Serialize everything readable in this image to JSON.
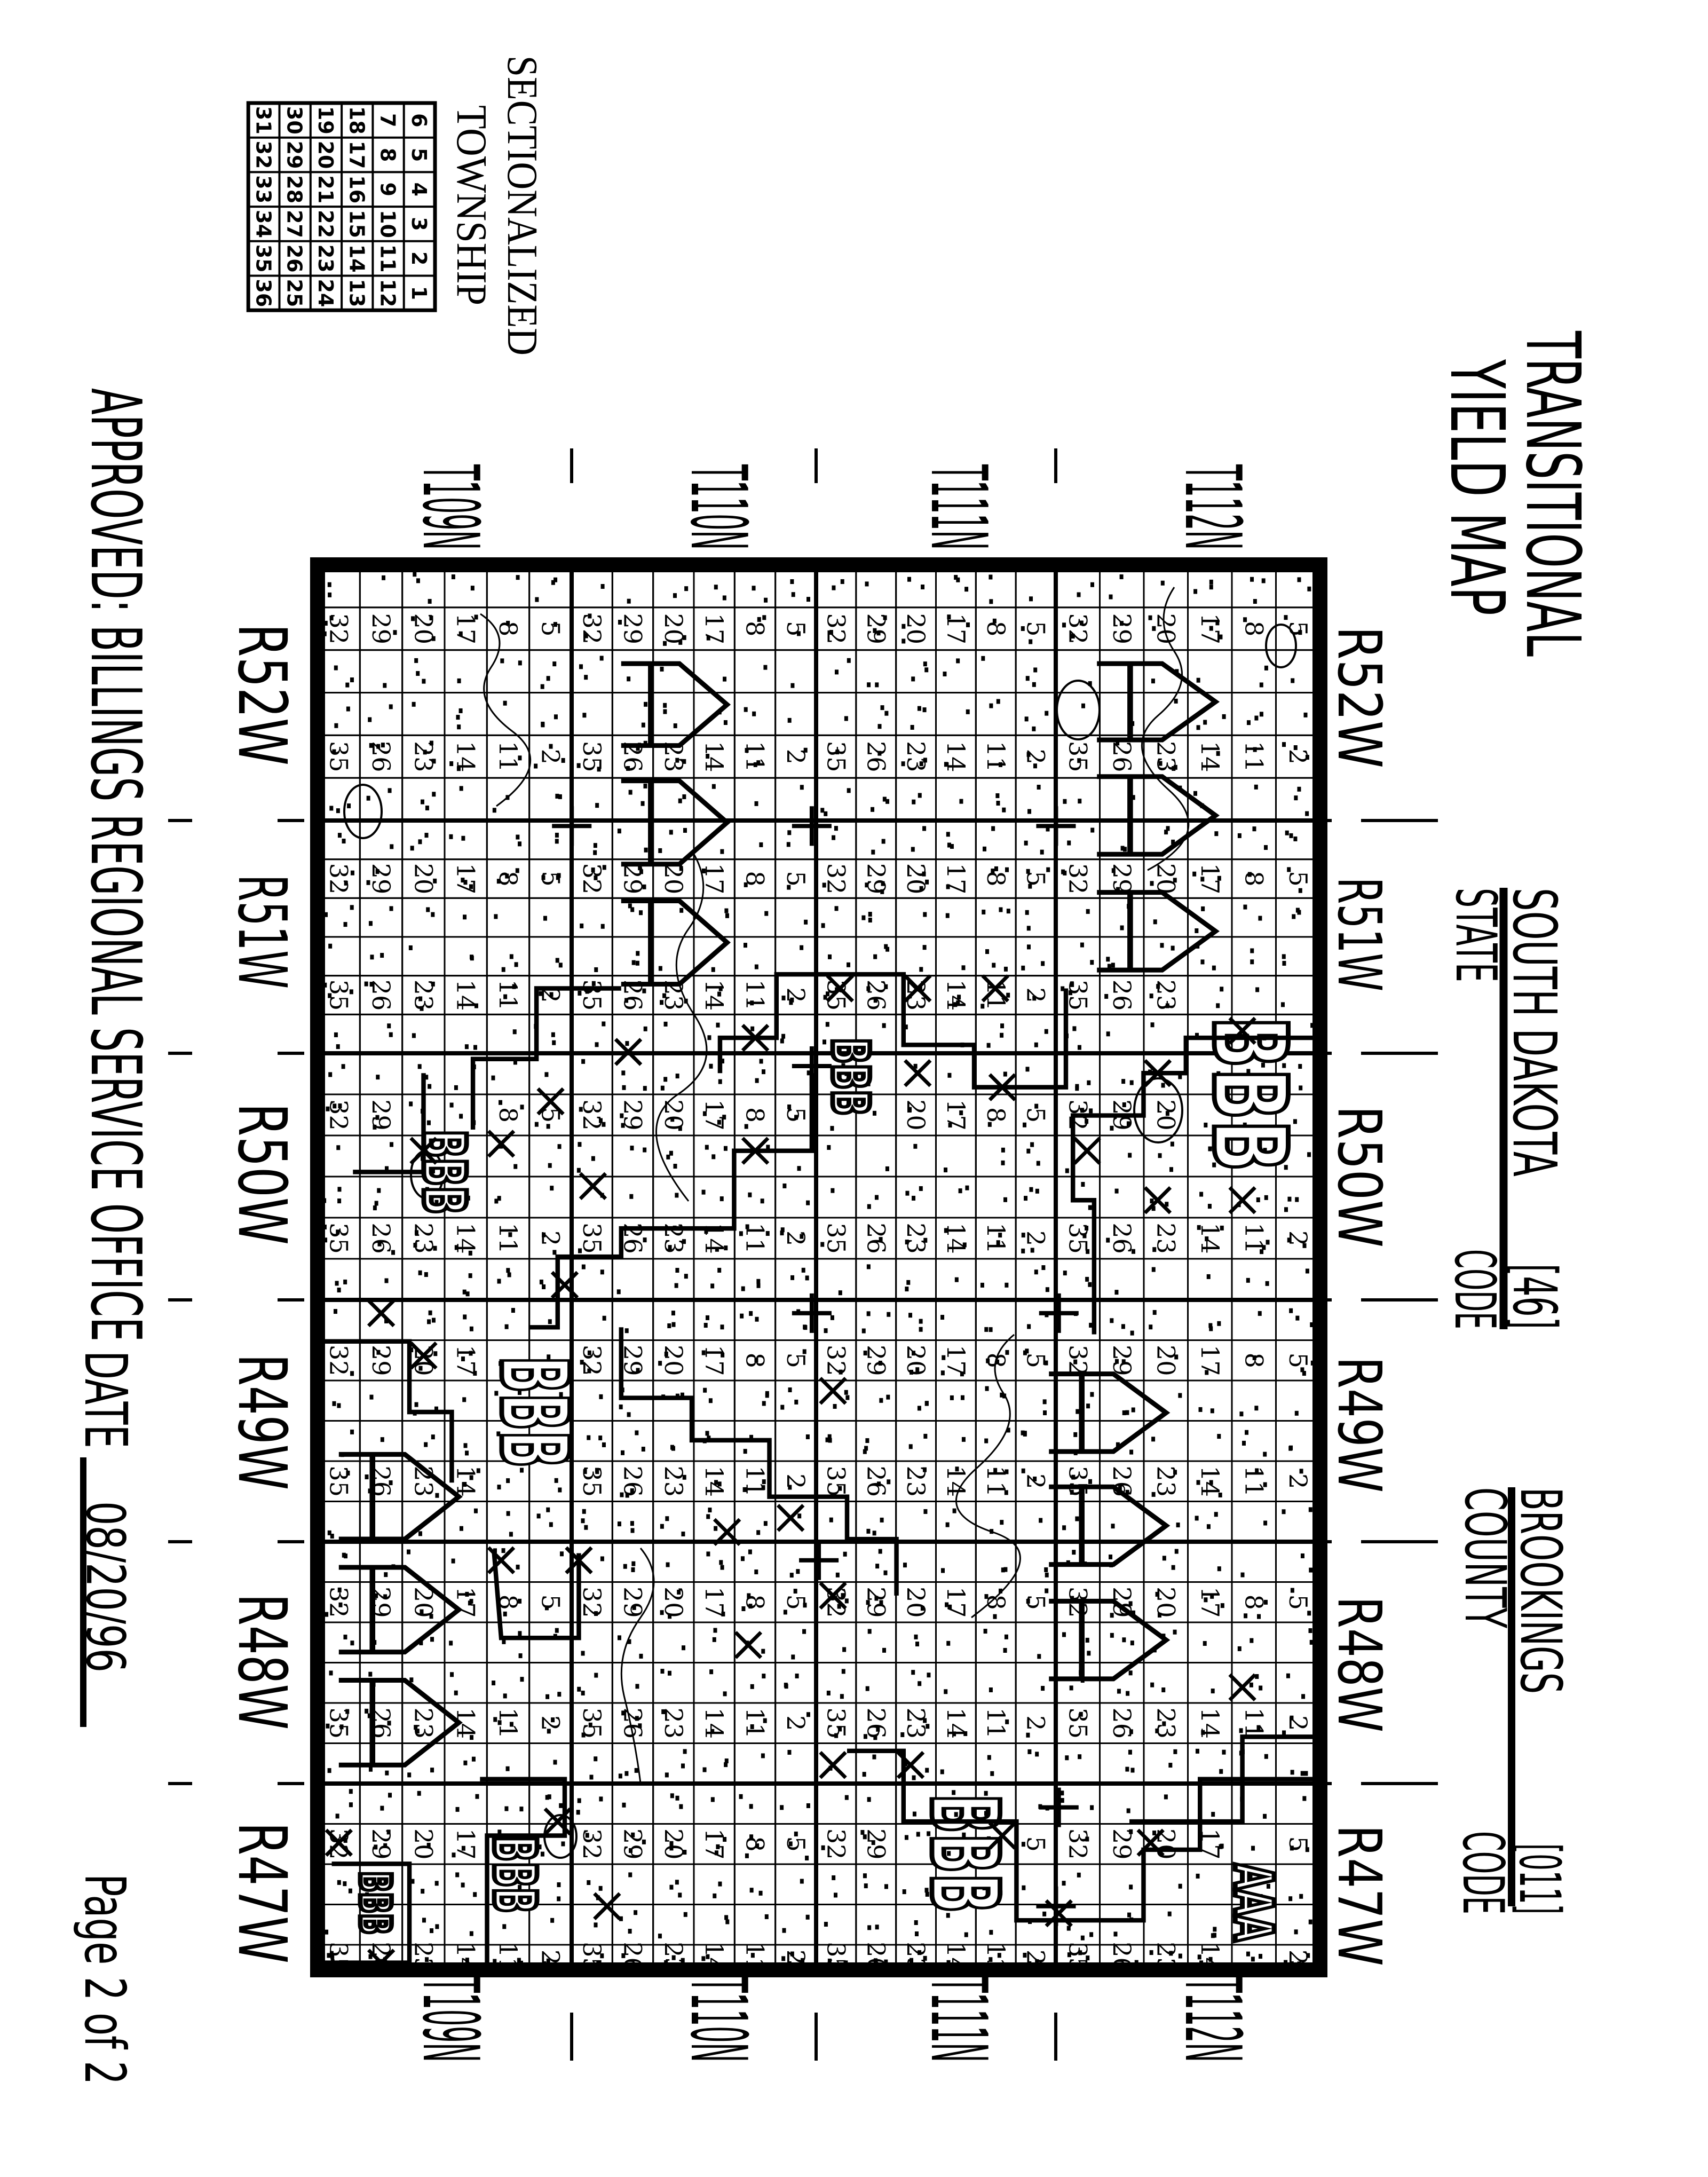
{
  "title": {
    "line1": "TRANSITIONAL",
    "line2": "YIELD MAP"
  },
  "state": {
    "name": "SOUTH DAKOTA",
    "label": "STATE",
    "code": "[46]",
    "code_label": "CODE"
  },
  "county": {
    "name": "BROOKINGS",
    "label": "COUNTY",
    "code": "[011]",
    "code_label": "CODE"
  },
  "legend": {
    "title1": "SECTIONALIZED",
    "title2": "TOWNSHIP",
    "grid": [
      [
        6,
        5,
        4,
        3,
        2,
        1
      ],
      [
        7,
        8,
        9,
        10,
        11,
        12
      ],
      [
        18,
        17,
        16,
        15,
        14,
        13
      ],
      [
        19,
        20,
        21,
        22,
        23,
        24
      ],
      [
        30,
        29,
        28,
        27,
        26,
        25
      ],
      [
        31,
        32,
        33,
        34,
        35,
        36
      ]
    ]
  },
  "ranges": [
    "R52W",
    "R51W",
    "R50W",
    "R49W",
    "R48W",
    "R47W"
  ],
  "townships": [
    "T112N",
    "T111N",
    "T110N",
    "T109N"
  ],
  "zones": [
    {
      "label": "BBB"
    },
    {
      "label": "BBB"
    },
    {
      "label": "BBB"
    },
    {
      "label": "BBB"
    },
    {
      "label": "BBB"
    },
    {
      "label": "BBB"
    },
    {
      "label": "BBB"
    },
    {
      "label": "AAA"
    }
  ],
  "footer": {
    "approved": "APPROVED: BILLINGS REGIONAL SERVICE OFFICE",
    "date_label": "DATE",
    "date": "08/20/96",
    "page": "Page 2 of 2"
  }
}
